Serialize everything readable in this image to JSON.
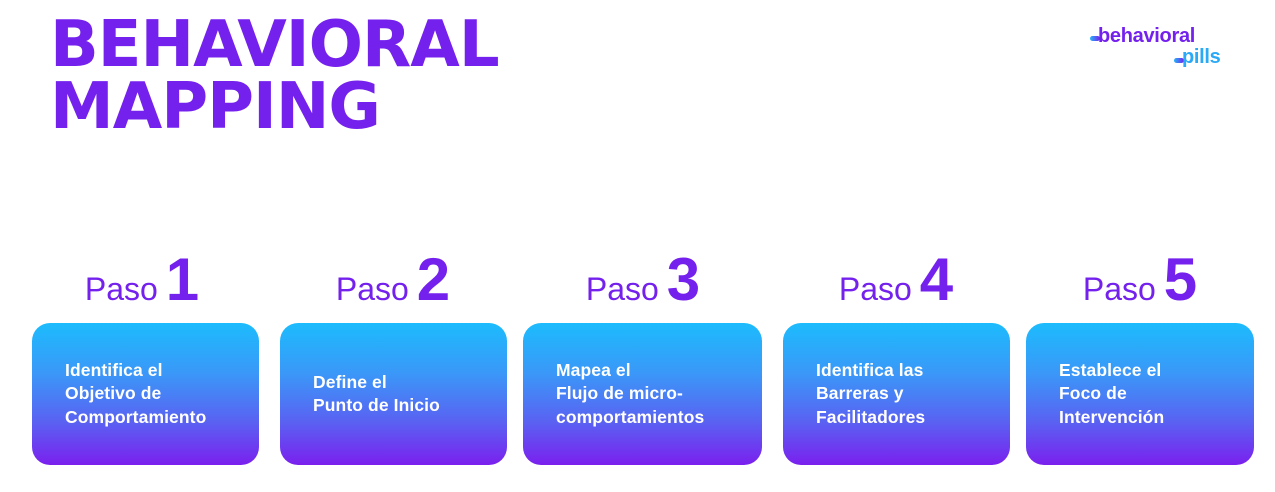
{
  "title": {
    "line1": "BEHAVIORAL",
    "line2": "MAPPING"
  },
  "logo": {
    "word1": "behavioral",
    "word2": "pills"
  },
  "colors": {
    "accent": "#7421ee",
    "card_top": "#1cbcfd",
    "card_bottom": "#7a20ee",
    "logo_blue": "#2aa9f6"
  },
  "steps": [
    {
      "word": "Paso",
      "number": "1",
      "text": "Identifica el\nObjetivo de\nComportamiento"
    },
    {
      "word": "Paso",
      "number": "2",
      "text": "Define el\nPunto de Inicio"
    },
    {
      "word": "Paso",
      "number": "3",
      "text": "Mapea el\nFlujo de micro-\ncomportamientos"
    },
    {
      "word": "Paso",
      "number": "4",
      "text": "Identifica las\nBarreras y\nFacilitadores"
    },
    {
      "word": "Paso",
      "number": "5",
      "text": "Establece el\nFoco de\nIntervención"
    }
  ]
}
